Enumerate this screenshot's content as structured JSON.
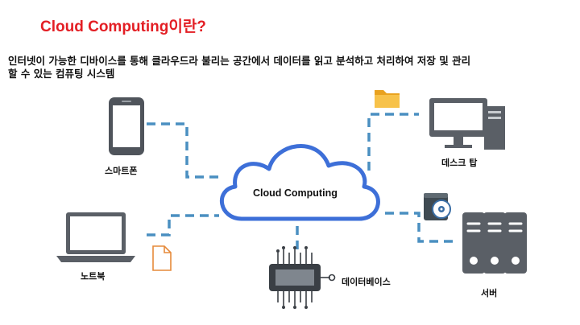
{
  "title": "Cloud Computing이란?",
  "description": {
    "line1": "인터넷이 가능한 디바이스를 통해 클라우드라 불리는 공간에서 데이터를 읽고 분석하고 처리하여 저장 및 관리",
    "line2": "할 수 있는 컴퓨팅 시스템"
  },
  "cloud_label": "Cloud Computing",
  "labels": {
    "smartphone": "스마트폰",
    "laptop": "노트북",
    "database": "데이터베이스",
    "desktop": "데스크 탑",
    "server": "서버"
  },
  "colors": {
    "title": "#e31e24",
    "cloud": "#3d6fd8",
    "connector": "#4a8fc1",
    "device": "#5a5f66",
    "folder": "#f2b233",
    "file": "#e68a3a"
  },
  "icons": [
    "smartphone-icon",
    "laptop-icon",
    "file-icon",
    "chip-icon",
    "folder-icon",
    "desktop-icon",
    "disc-icon",
    "server-icon"
  ]
}
